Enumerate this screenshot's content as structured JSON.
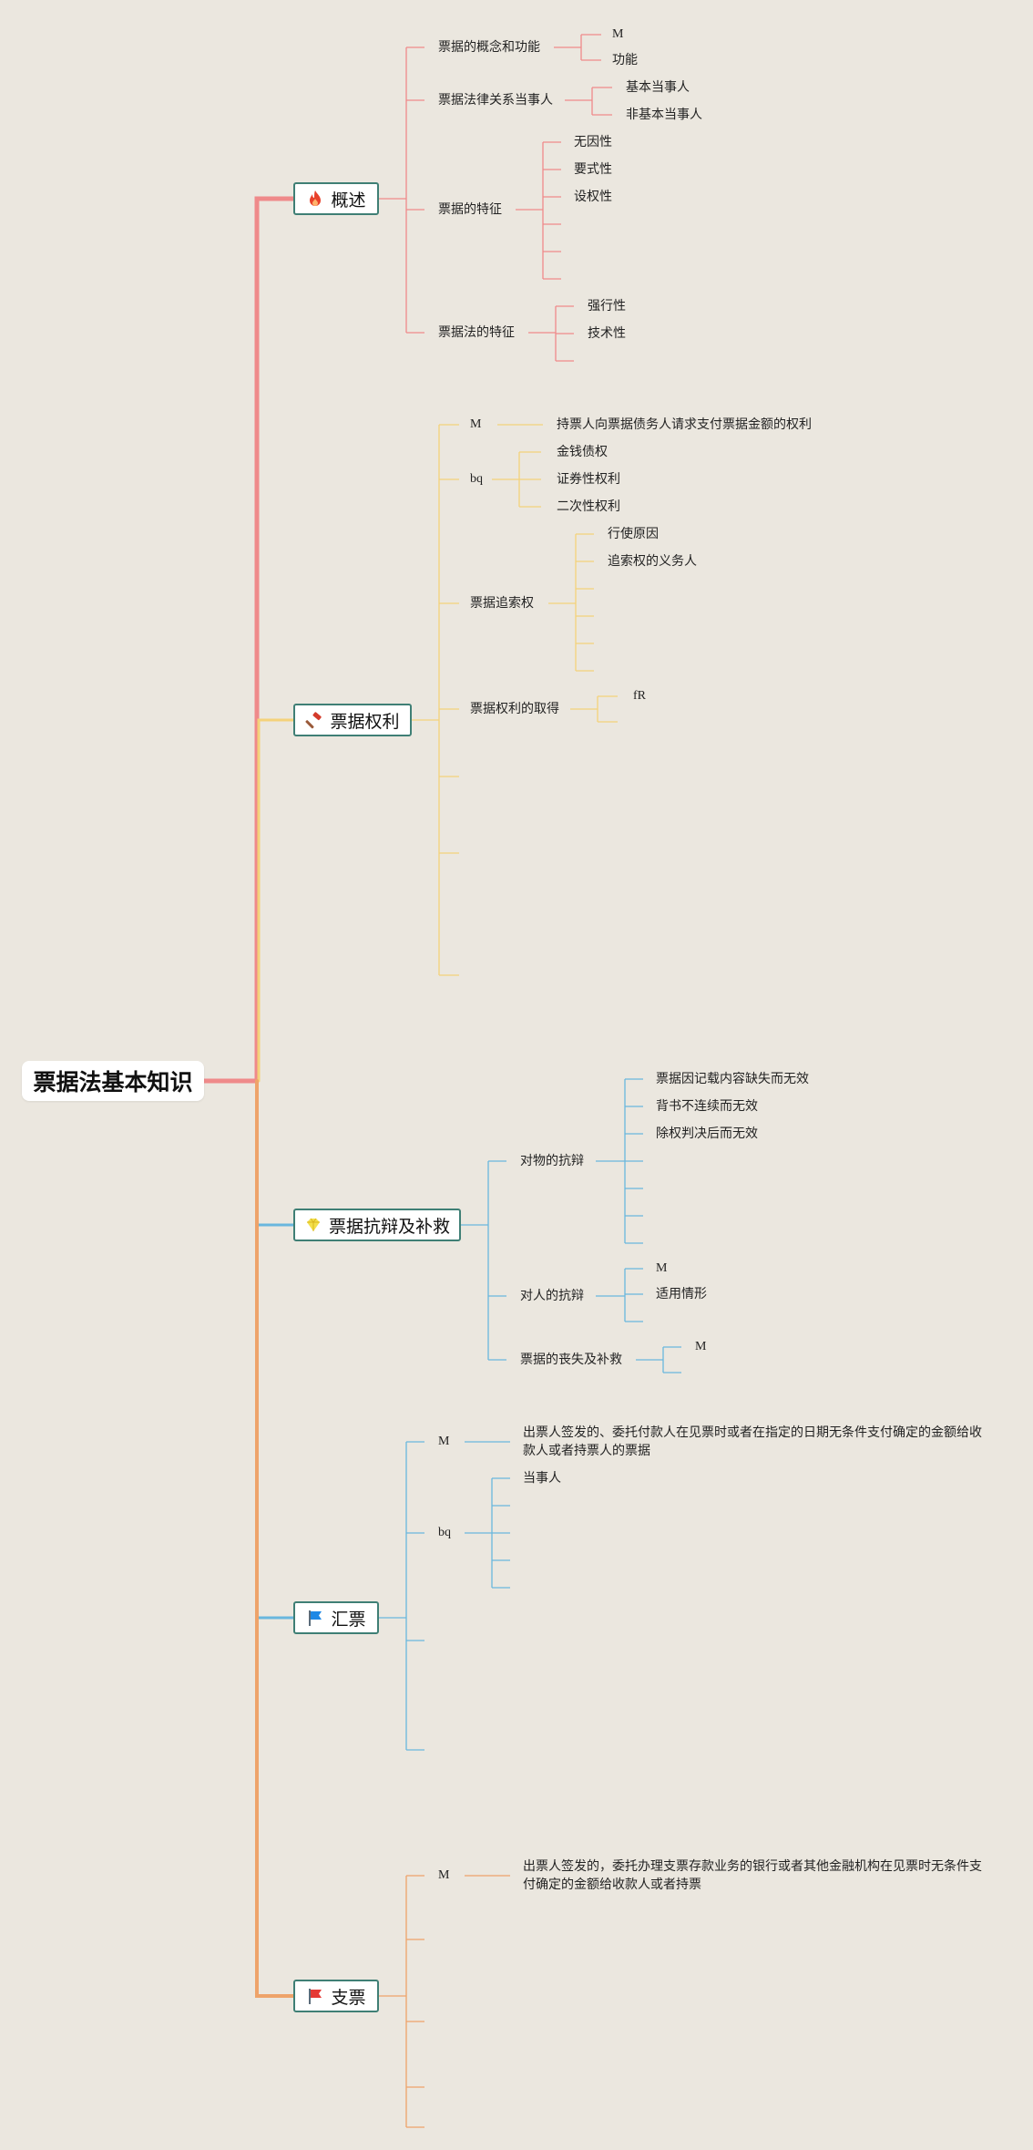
{
  "root": {
    "title": "票据法基本知识"
  },
  "colors": {
    "background": "#ebe7df",
    "overview": "#ef8a8a",
    "rights": "#f4d27a",
    "defense": "#69b7de",
    "bill": "#69b7de",
    "check": "#eea36a",
    "trunk_lower": "#eea36a",
    "node_border": "#3f7f75"
  },
  "branches": {
    "overview": {
      "label": "概述",
      "icon": "fire-icon"
    },
    "rights": {
      "label": "票据权利",
      "icon": "hammer-icon"
    },
    "defense": {
      "label": "票据抗辩及补救",
      "icon": "diamond-icon"
    },
    "bill": {
      "label": "汇票",
      "icon": "blue-flag-icon"
    },
    "check": {
      "label": "支票",
      "icon": "red-flag-icon"
    }
  },
  "overview": {
    "concept": "票据的概念和功能",
    "concept_m": "M",
    "concept_func": "功能",
    "relation": "票据法律关系当事人",
    "basic_party": "基本当事人",
    "non_basic_party": "非基本当事人",
    "features": "票据的特征",
    "f1": "无因性",
    "f2": "要式性",
    "f3": "设权性",
    "law_features": "票据法的特征",
    "lf1": "强行性",
    "lf2": "技术性"
  },
  "rights": {
    "m": "M",
    "m_desc": "持票人向票据债务人请求支付票据金额的权利",
    "bq": "bq",
    "bq1": "金钱债权",
    "bq2": "证券性权利",
    "bq3": "二次性权利",
    "recourse": "票据追索权",
    "r1": "行使原因",
    "r2": "追索权的义务人",
    "acquire": "票据权利的取得",
    "acq1": "fR"
  },
  "defense": {
    "object": "对物的抗辩",
    "o1": "票据因记载内容缺失而无效",
    "o2": "背书不连续而无效",
    "o3": "除权判决后而无效",
    "person": "对人的抗辩",
    "p1": "M",
    "p2": "适用情形",
    "loss": "票据的丧失及补救",
    "loss1": "M"
  },
  "bill": {
    "m": "M",
    "m_desc": "出票人签发的、委托付款人在见票时或者在指定的日期无条件支付确定的金额给收款人或者持票人的票据",
    "bq": "bq",
    "bq1": "当事人"
  },
  "check": {
    "m": "M",
    "m_desc": "出票人签发的，委托办理支票存款业务的银行或者其他金融机构在见票时无条件支付确定的金额给收款人或者持票"
  }
}
